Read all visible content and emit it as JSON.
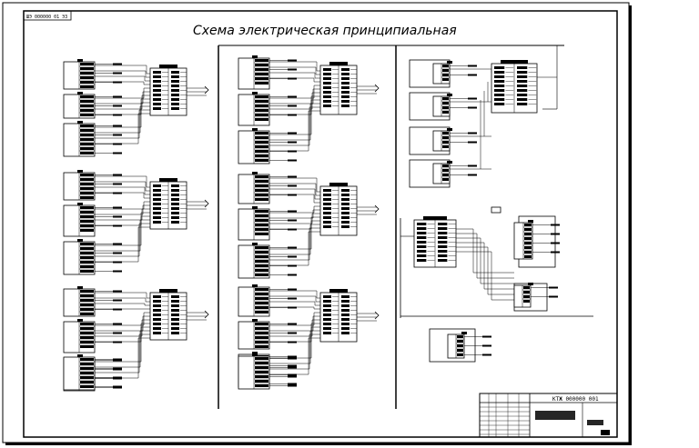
{
  "drawing": {
    "title": "Схема электрическая принципиальная",
    "corner_code": "ШЭ 000000 01 ЭЗ",
    "stamp_code": "КТЖ 000000 001"
  }
}
